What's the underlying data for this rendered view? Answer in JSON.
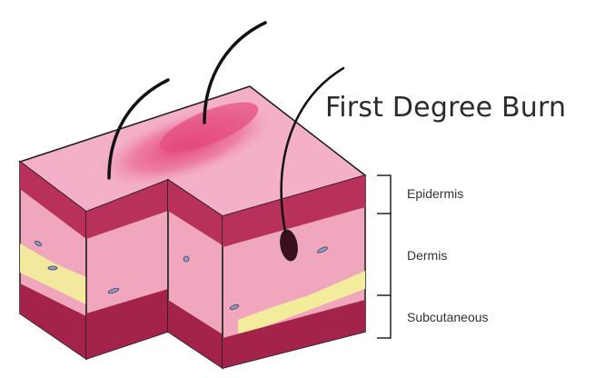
{
  "diagram": {
    "title": "First Degree Burn",
    "layers": [
      {
        "id": "epidermis",
        "label": "Epidermis"
      },
      {
        "id": "dermis",
        "label": "Dermis"
      },
      {
        "id": "subcutaneous",
        "label": "Subcutaneous"
      }
    ],
    "colors": {
      "top_surface": "#f2aac4",
      "burn_redness": "#e6487e",
      "epidermis_band": "#b8315a",
      "dermis": "#f0a5bb",
      "subcutaneous_fat": "#f2ec9c",
      "deep_tissue": "#a3234a",
      "outline": "#1a1a1a"
    }
  }
}
